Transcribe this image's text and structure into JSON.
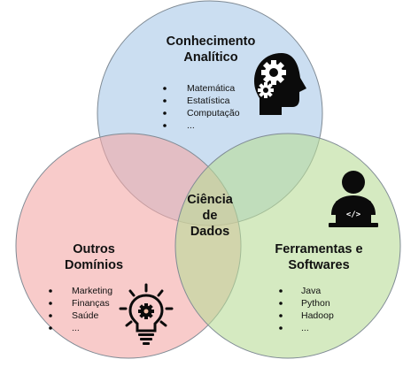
{
  "colors": {
    "analytic_fill": "#a9c8e8",
    "domains_fill": "#f4a9a6",
    "tools_fill": "#b9dc97",
    "stroke": "#7f8a94",
    "icon": "#0b0b0b"
  },
  "circles": {
    "analytic": {
      "title_line1": "Conhecimento",
      "title_line2": "Analítico",
      "items": [
        "Matemática",
        "Estatística",
        "Computação",
        "..."
      ],
      "icon": "head-gears-icon"
    },
    "domains": {
      "title_line1": "Outros",
      "title_line2": "Domínios",
      "items": [
        "Marketing",
        "Finanças",
        "Saúde",
        "..."
      ],
      "icon": "lightbulb-gear-icon"
    },
    "tools": {
      "title_line1": "Ferramentas e",
      "title_line2": "Softwares",
      "items": [
        "Java",
        "Python",
        "Hadoop",
        "..."
      ],
      "icon": "programmer-laptop-icon"
    }
  },
  "center": {
    "line1": "Ciência",
    "line2": "de",
    "line3": "Dados"
  }
}
